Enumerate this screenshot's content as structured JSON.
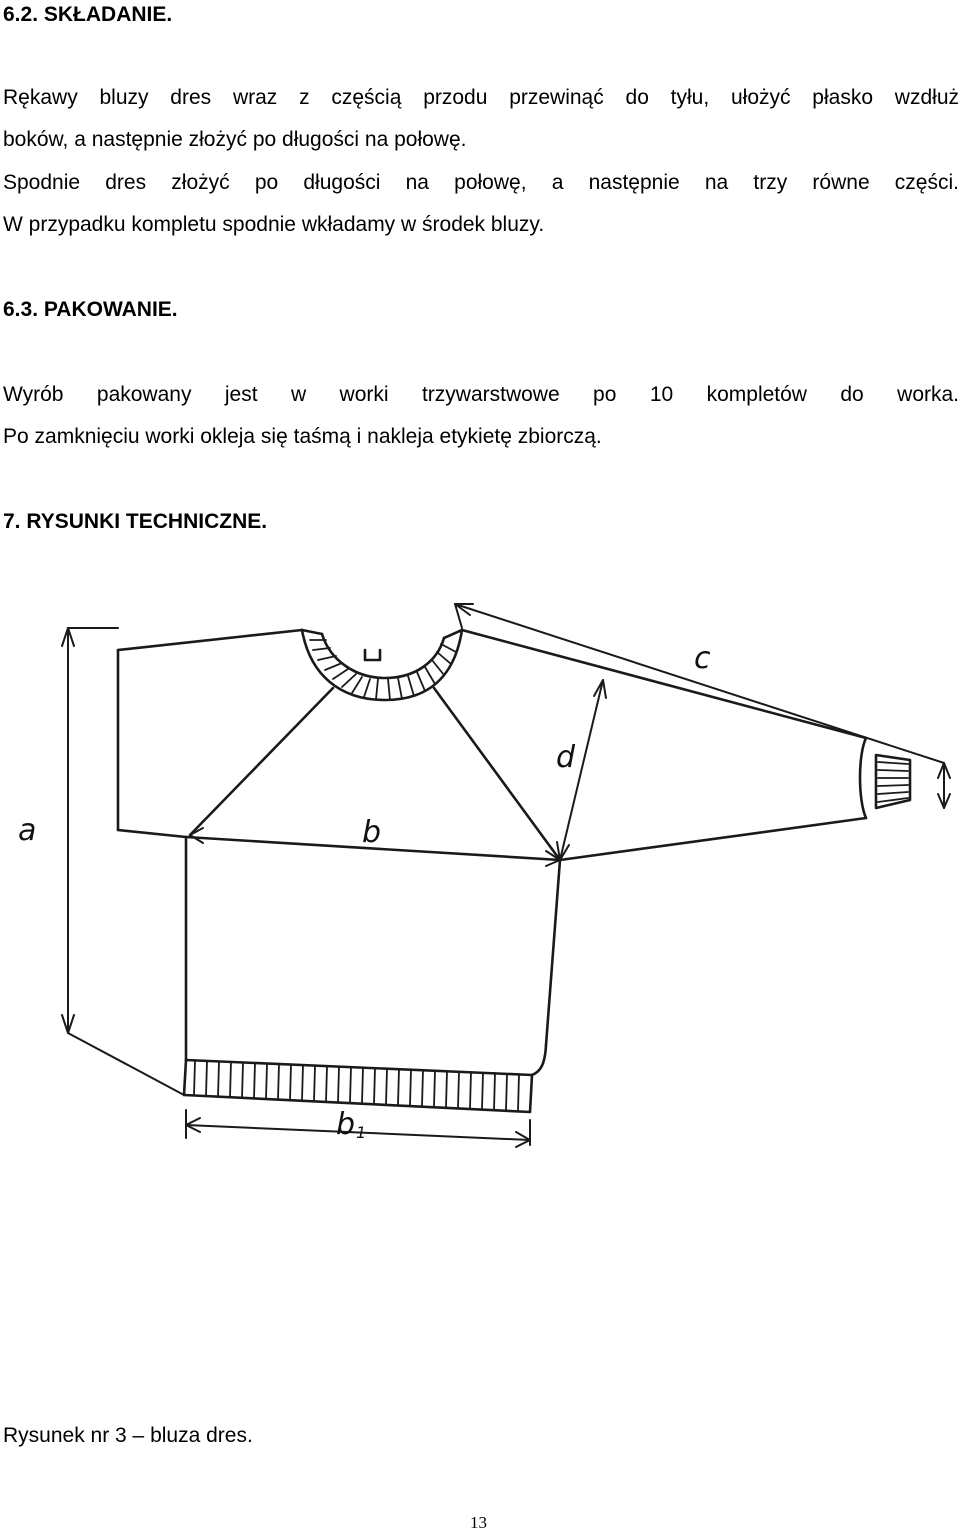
{
  "section_62": {
    "heading": "6.2. SKŁADANIE.",
    "p1_line1": "Rękawy bluzy dres wraz z częścią przodu przewinąć do tyłu, ułożyć płasko wzdłuż",
    "p1_line2": "boków, a następnie złożyć po długości na połowę.",
    "p2_line1": "Spodnie dres złożyć po długości na połowę, a następnie na trzy równe części.",
    "p2_line2": "W przypadku kompletu spodnie wkładamy w środek bluzy."
  },
  "section_63": {
    "heading": "6.3. PAKOWANIE.",
    "line1": "Wyrób pakowany jest w worki trzywarstwowe po 10 kompletów do worka.",
    "line2": "Po zamknięciu worki okleja się taśmą i nakleja etykietę zbiorczą."
  },
  "section_7": {
    "heading": "7. RYSUNKI TECHNICZNE."
  },
  "drawing": {
    "labels": {
      "a": "a",
      "b": "b",
      "b1": "b",
      "b1_sub": "1",
      "c": "c",
      "d": "d"
    }
  },
  "caption": "Rysunek nr 3 – bluza dres.",
  "page_number": "13"
}
